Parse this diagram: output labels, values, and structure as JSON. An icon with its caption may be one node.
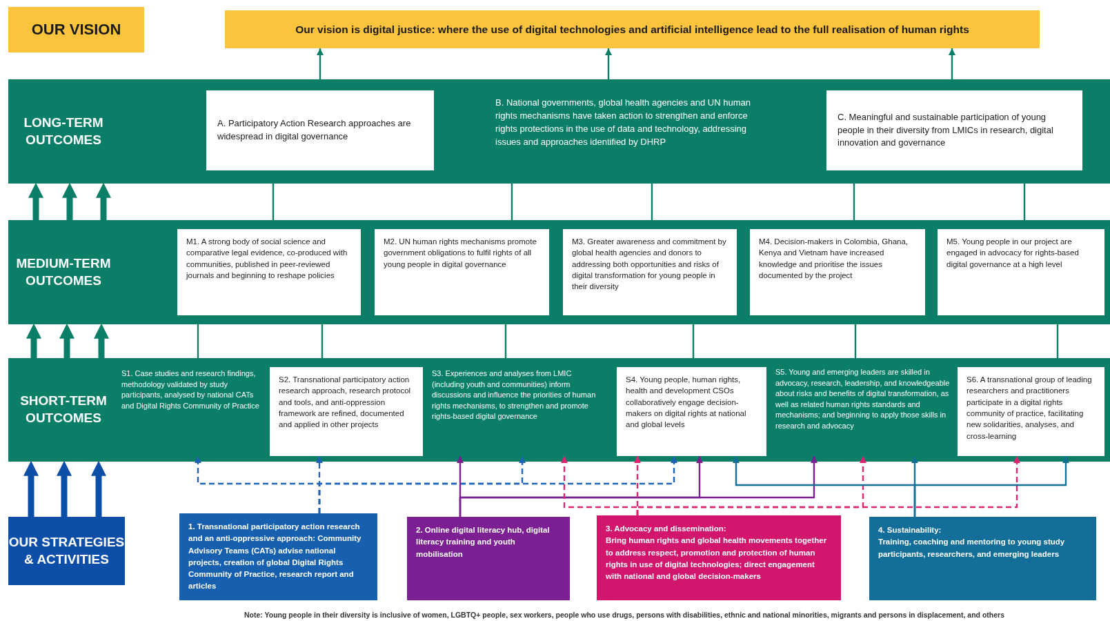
{
  "diagram": {
    "caption": "Note: Young people in their diversity is inclusive of women, LGBTQ+ people, sex workers, people who use drugs, persons with disabilities, ethnic and national minorities, migrants and persons in displacement, and others",
    "nodes": [
      {
        "text": [
          "OUR VISION"
        ]
      },
      {
        "text": [
          "Our vision is digital justice: where the use of digital technologies and artificial intelligence lead to the full realisation of human rights"
        ]
      },
      {
        "text": [
          "LONG-TERM OUTCOMES"
        ]
      },
      {
        "text": [
          "A. Participatory Action Research approaches are widespread in digital governance"
        ],
        "in": 2
      },
      {
        "text": [
          "B. National governments, global health agencies and UN human rights mechanisms have taken action to strengthen and enforce rights protections in the use of data and technology, addressing issues and approaches identified by DHRP"
        ],
        "in": 2
      },
      {
        "text": [
          "C. Meaningful and sustainable participation of young people in their diversity from LMICs in research, digital innovation and governance"
        ],
        "in": 2
      },
      {
        "text": [
          "MEDIUM-TERM OUTCOMES"
        ]
      },
      {
        "text": [
          "M1. A strong body of social science and comparative legal evidence, co-produced with communities, published in peer-reviewed journals and beginning to reshape policies"
        ],
        "in": 6
      },
      {
        "text": [
          "M2. UN human rights mechanisms promote government obligations to fulfil rights of all young people in digital governance"
        ],
        "in": 6
      },
      {
        "text": [
          "M3. Greater awareness and commitment by global health agencies and donors to addressing both opportunities and risks of digital transformation for young people in their diversity"
        ],
        "in": 6
      },
      {
        "text": [
          "M4. Decision-makers in Colombia, Ghana, Kenya and Vietnam have increased knowledge and prioritise the issues documented by the project"
        ],
        "in": 6
      },
      {
        "text": [
          "M5. Young people in our project are engaged in advocacy for rights-based digital governance at a high level"
        ],
        "in": 6
      },
      {
        "text": [
          "SHORT-TERM OUTCOMES"
        ]
      },
      {
        "text": [
          "S1. Case studies and research findings, methodology validated by study participants, analysed by national CATs and Digital Rights Community of Practice"
        ],
        "in": 12
      },
      {
        "text": [
          "S2. Transnational participatory action research approach, research protocol and tools, and anti-oppression framework are refined, documented and applied in other projects"
        ],
        "in": 12
      },
      {
        "text": [
          "S3. Experiences and analyses from LMIC (including youth and communities) inform discussions and influence the priorities of human rights mechanisms, to strengthen and promote rights-based digital governance"
        ],
        "in": 12
      },
      {
        "text": [
          "S4. Young people, human rights, health and development CSOs collaboratively engage decision-makers on digital rights at national and global levels"
        ],
        "in": 12
      },
      {
        "text": [
          "S5. Young and emerging leaders are skilled in advocacy, research, leadership, and knowledgeable about risks and benefits of digital transformation, as well as related human rights standards and mechanisms; and beginning to apply those skills in research and advocacy"
        ],
        "in": 12
      },
      {
        "text": [
          "S6. A transnational group of leading researchers and practitioners participate in a digital rights community of practice, facilitating new solidarities, analyses, and cross-learning"
        ],
        "in": 12
      },
      {
        "text": [
          "OUR STRATEGIES & ACTIVITIES"
        ]
      },
      {
        "text": [
          "1. Transnational participatory action research and an anti-oppressive approach: Community Advisory Teams (CATs) advise national projects, creation of global Digital Rights Community of Practice, research report and articles"
        ]
      },
      {
        "text": [
          "2. Online digital literacy hub, digital literacy training and youth mobilisation"
        ]
      },
      {
        "text": [
          "3. Advocacy and dissemination:",
          "Bring human rights and global health movements together to address respect, promotion and protection of human rights in use of digital technologies; direct engagement with national and global decision-makers"
        ]
      },
      {
        "text": [
          "4. Sustainability:",
          "Training, coaching and mentoring to young study participants, researchers, and emerging leaders"
        ]
      }
    ],
    "edges": [
      {
        "from": 3,
        "to": 1,
        "arrow": "to"
      },
      {
        "from": 4,
        "to": 1,
        "arrow": "to"
      },
      {
        "from": 5,
        "to": 1,
        "arrow": "to"
      },
      {
        "from": 6,
        "to": 2,
        "arrow": "to",
        "style": "thick"
      },
      {
        "from": 6,
        "to": 2,
        "arrow": "to",
        "style": "thick"
      },
      {
        "from": 6,
        "to": 2,
        "arrow": "to",
        "style": "thick"
      },
      {
        "from": 7,
        "to": 3,
        "arrow": "to"
      },
      {
        "from": 8,
        "to": 4,
        "arrow": "to"
      },
      {
        "from": 9,
        "to": 4,
        "arrow": "to"
      },
      {
        "from": 10,
        "to": 5,
        "arrow": "to"
      },
      {
        "from": 11,
        "to": 5,
        "arrow": "to"
      },
      {
        "from": 12,
        "to": 6,
        "arrow": "to",
        "style": "thick"
      },
      {
        "from": 12,
        "to": 6,
        "arrow": "to",
        "style": "thick"
      },
      {
        "from": 12,
        "to": 6,
        "arrow": "to",
        "style": "thick"
      },
      {
        "from": 13,
        "to": 7,
        "arrow": "to"
      },
      {
        "from": 14,
        "to": 7,
        "arrow": "to"
      },
      {
        "from": 15,
        "to": 8,
        "arrow": "to"
      },
      {
        "from": 16,
        "to": 9,
        "arrow": "to"
      },
      {
        "from": 17,
        "to": 10,
        "arrow": "to"
      },
      {
        "from": 18,
        "to": 11,
        "arrow": "to"
      },
      {
        "from": 19,
        "to": 12,
        "arrow": "to",
        "style": "thick",
        "color": "#0d4fa8"
      },
      {
        "from": 19,
        "to": 12,
        "arrow": "to",
        "style": "thick",
        "color": "#0d4fa8"
      },
      {
        "from": 19,
        "to": 12,
        "arrow": "to",
        "style": "thick",
        "color": "#0d4fa8"
      },
      {
        "from": 20,
        "to": 13,
        "arrow": "to",
        "style": "dashed",
        "color": "#1f63b8"
      },
      {
        "from": 20,
        "to": 14,
        "arrow": "to",
        "style": "dashed",
        "color": "#1f63b8"
      },
      {
        "from": 20,
        "to": 15,
        "arrow": "to",
        "style": "dashed",
        "color": "#1f63b8"
      },
      {
        "from": 20,
        "to": 16,
        "arrow": "to",
        "style": "dashed",
        "color": "#1f63b8"
      },
      {
        "from": 21,
        "to": 15,
        "arrow": "to",
        "color": "#7b1f93"
      },
      {
        "from": 21,
        "to": 16,
        "arrow": "to",
        "color": "#7b1f93"
      },
      {
        "from": 21,
        "to": 17,
        "arrow": "to",
        "color": "#7b1f93"
      },
      {
        "from": 22,
        "to": 15,
        "arrow": "to",
        "style": "dashed",
        "color": "#e0246f"
      },
      {
        "from": 22,
        "to": 16,
        "arrow": "to",
        "style": "dashed",
        "color": "#e0246f"
      },
      {
        "from": 22,
        "to": 17,
        "arrow": "to",
        "style": "dashed",
        "color": "#e0246f"
      },
      {
        "from": 22,
        "to": 18,
        "arrow": "to",
        "style": "dashed",
        "color": "#e0246f"
      },
      {
        "from": 23,
        "to": 16,
        "arrow": "to",
        "color": "#146f97"
      },
      {
        "from": 23,
        "to": 17,
        "arrow": "to",
        "color": "#146f97"
      },
      {
        "from": 23,
        "to": 18,
        "arrow": "to",
        "color": "#146f97"
      }
    ]
  }
}
